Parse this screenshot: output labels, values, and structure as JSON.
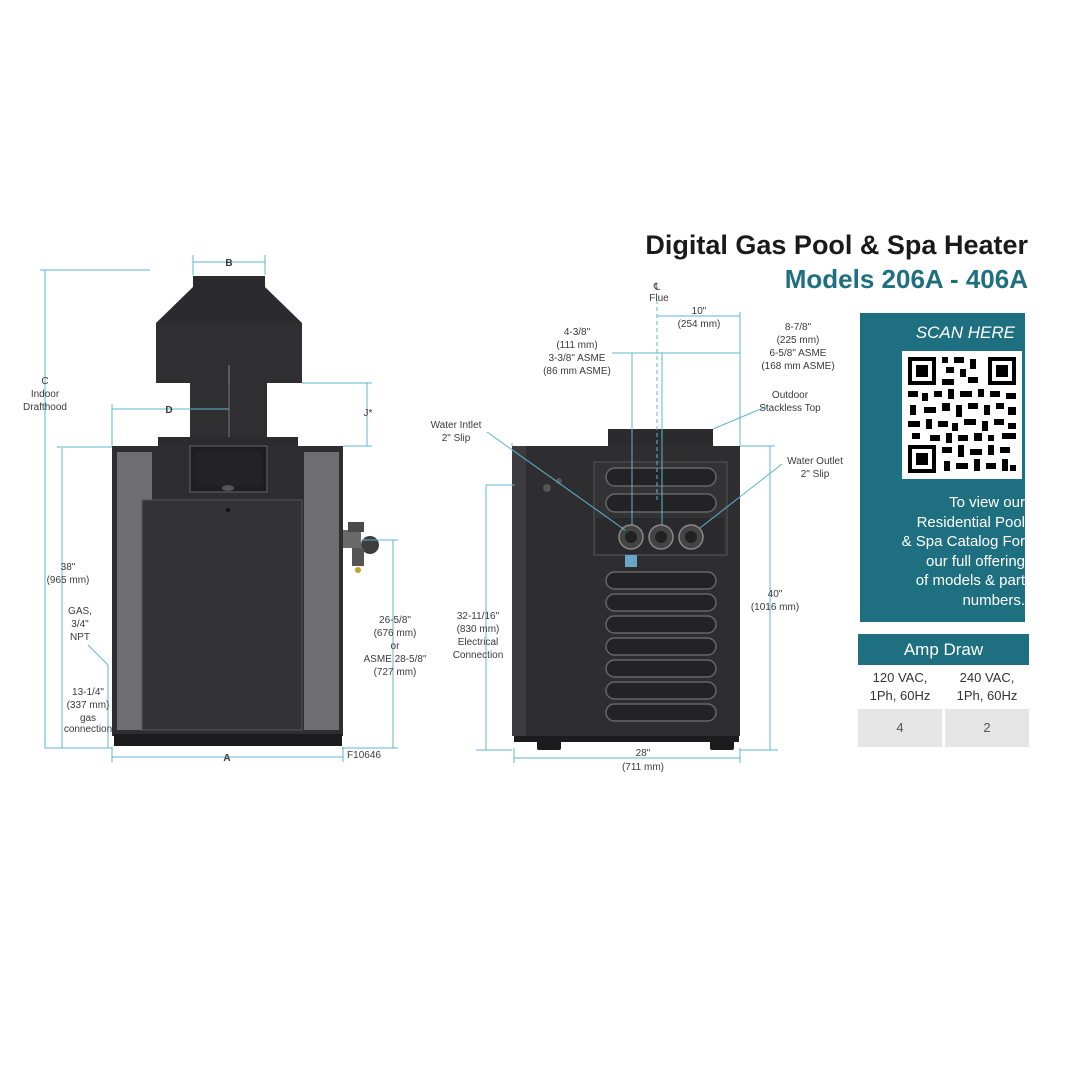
{
  "title": {
    "line1": "Digital Gas Pool & Spa Heater",
    "line2": "Models 206A - 406A"
  },
  "colors": {
    "teal": "#1e6f7f",
    "dimension_line": "#5fb4d0",
    "heater_body": "#2e2e30",
    "heater_panel": "#6e6e70"
  },
  "scan_panel": {
    "heading": "SCAN HERE",
    "text_lines": [
      "To view our",
      "Residential Pool",
      "& Spa Catalog For",
      "our full offering",
      "of models & part",
      "numbers."
    ],
    "qr_icon": "qr-code-icon"
  },
  "amp_draw": {
    "title": "Amp Draw",
    "headers": [
      {
        "line1": "120 VAC,",
        "line2": "1Ph, 60Hz"
      },
      {
        "line1": "240 VAC,",
        "line2": "1Ph, 60Hz"
      }
    ],
    "values": [
      "4",
      "2"
    ]
  },
  "front_view": {
    "label_b": "B",
    "label_c": [
      "C",
      "Indoor",
      "Drafthood"
    ],
    "label_d": "D",
    "label_j": "J*",
    "label_a": "A",
    "height_38": [
      "38\"",
      "(965 mm)"
    ],
    "gas": [
      "GAS,",
      "3/4\"",
      "NPT"
    ],
    "gas_height": [
      "13-1/4\"",
      "(337 mm)",
      "gas",
      "connection"
    ],
    "connection_height": [
      "26-5/8\"",
      "(676 mm)",
      "or",
      "ASME 28-5/8\"",
      "(727 mm)"
    ],
    "drawing_number": "F10646"
  },
  "side_view": {
    "flue": [
      "℄",
      "Flue"
    ],
    "dim_10": [
      "10\"",
      "(254 mm)"
    ],
    "dim_left": [
      "4-3/8\"",
      "(111 mm)",
      "3-3/8\" ASME",
      "(86 mm ASME)"
    ],
    "dim_right": [
      "8-7/8\"",
      "(225 mm)",
      "6-5/8\" ASME",
      "(168 mm ASME)"
    ],
    "outdoor_top": [
      "Outdoor",
      "Stackless Top"
    ],
    "water_inlet": [
      "Water Intlet",
      "2\" Slip"
    ],
    "water_outlet": [
      "Water Outlet",
      "2\" Slip"
    ],
    "electrical": [
      "32-11/16\"",
      "(830 mm)",
      "Electrical",
      "Connection"
    ],
    "height_40": [
      "40\"",
      "(1016 mm)"
    ],
    "width_28": [
      "28\"",
      "(711 mm)"
    ]
  }
}
